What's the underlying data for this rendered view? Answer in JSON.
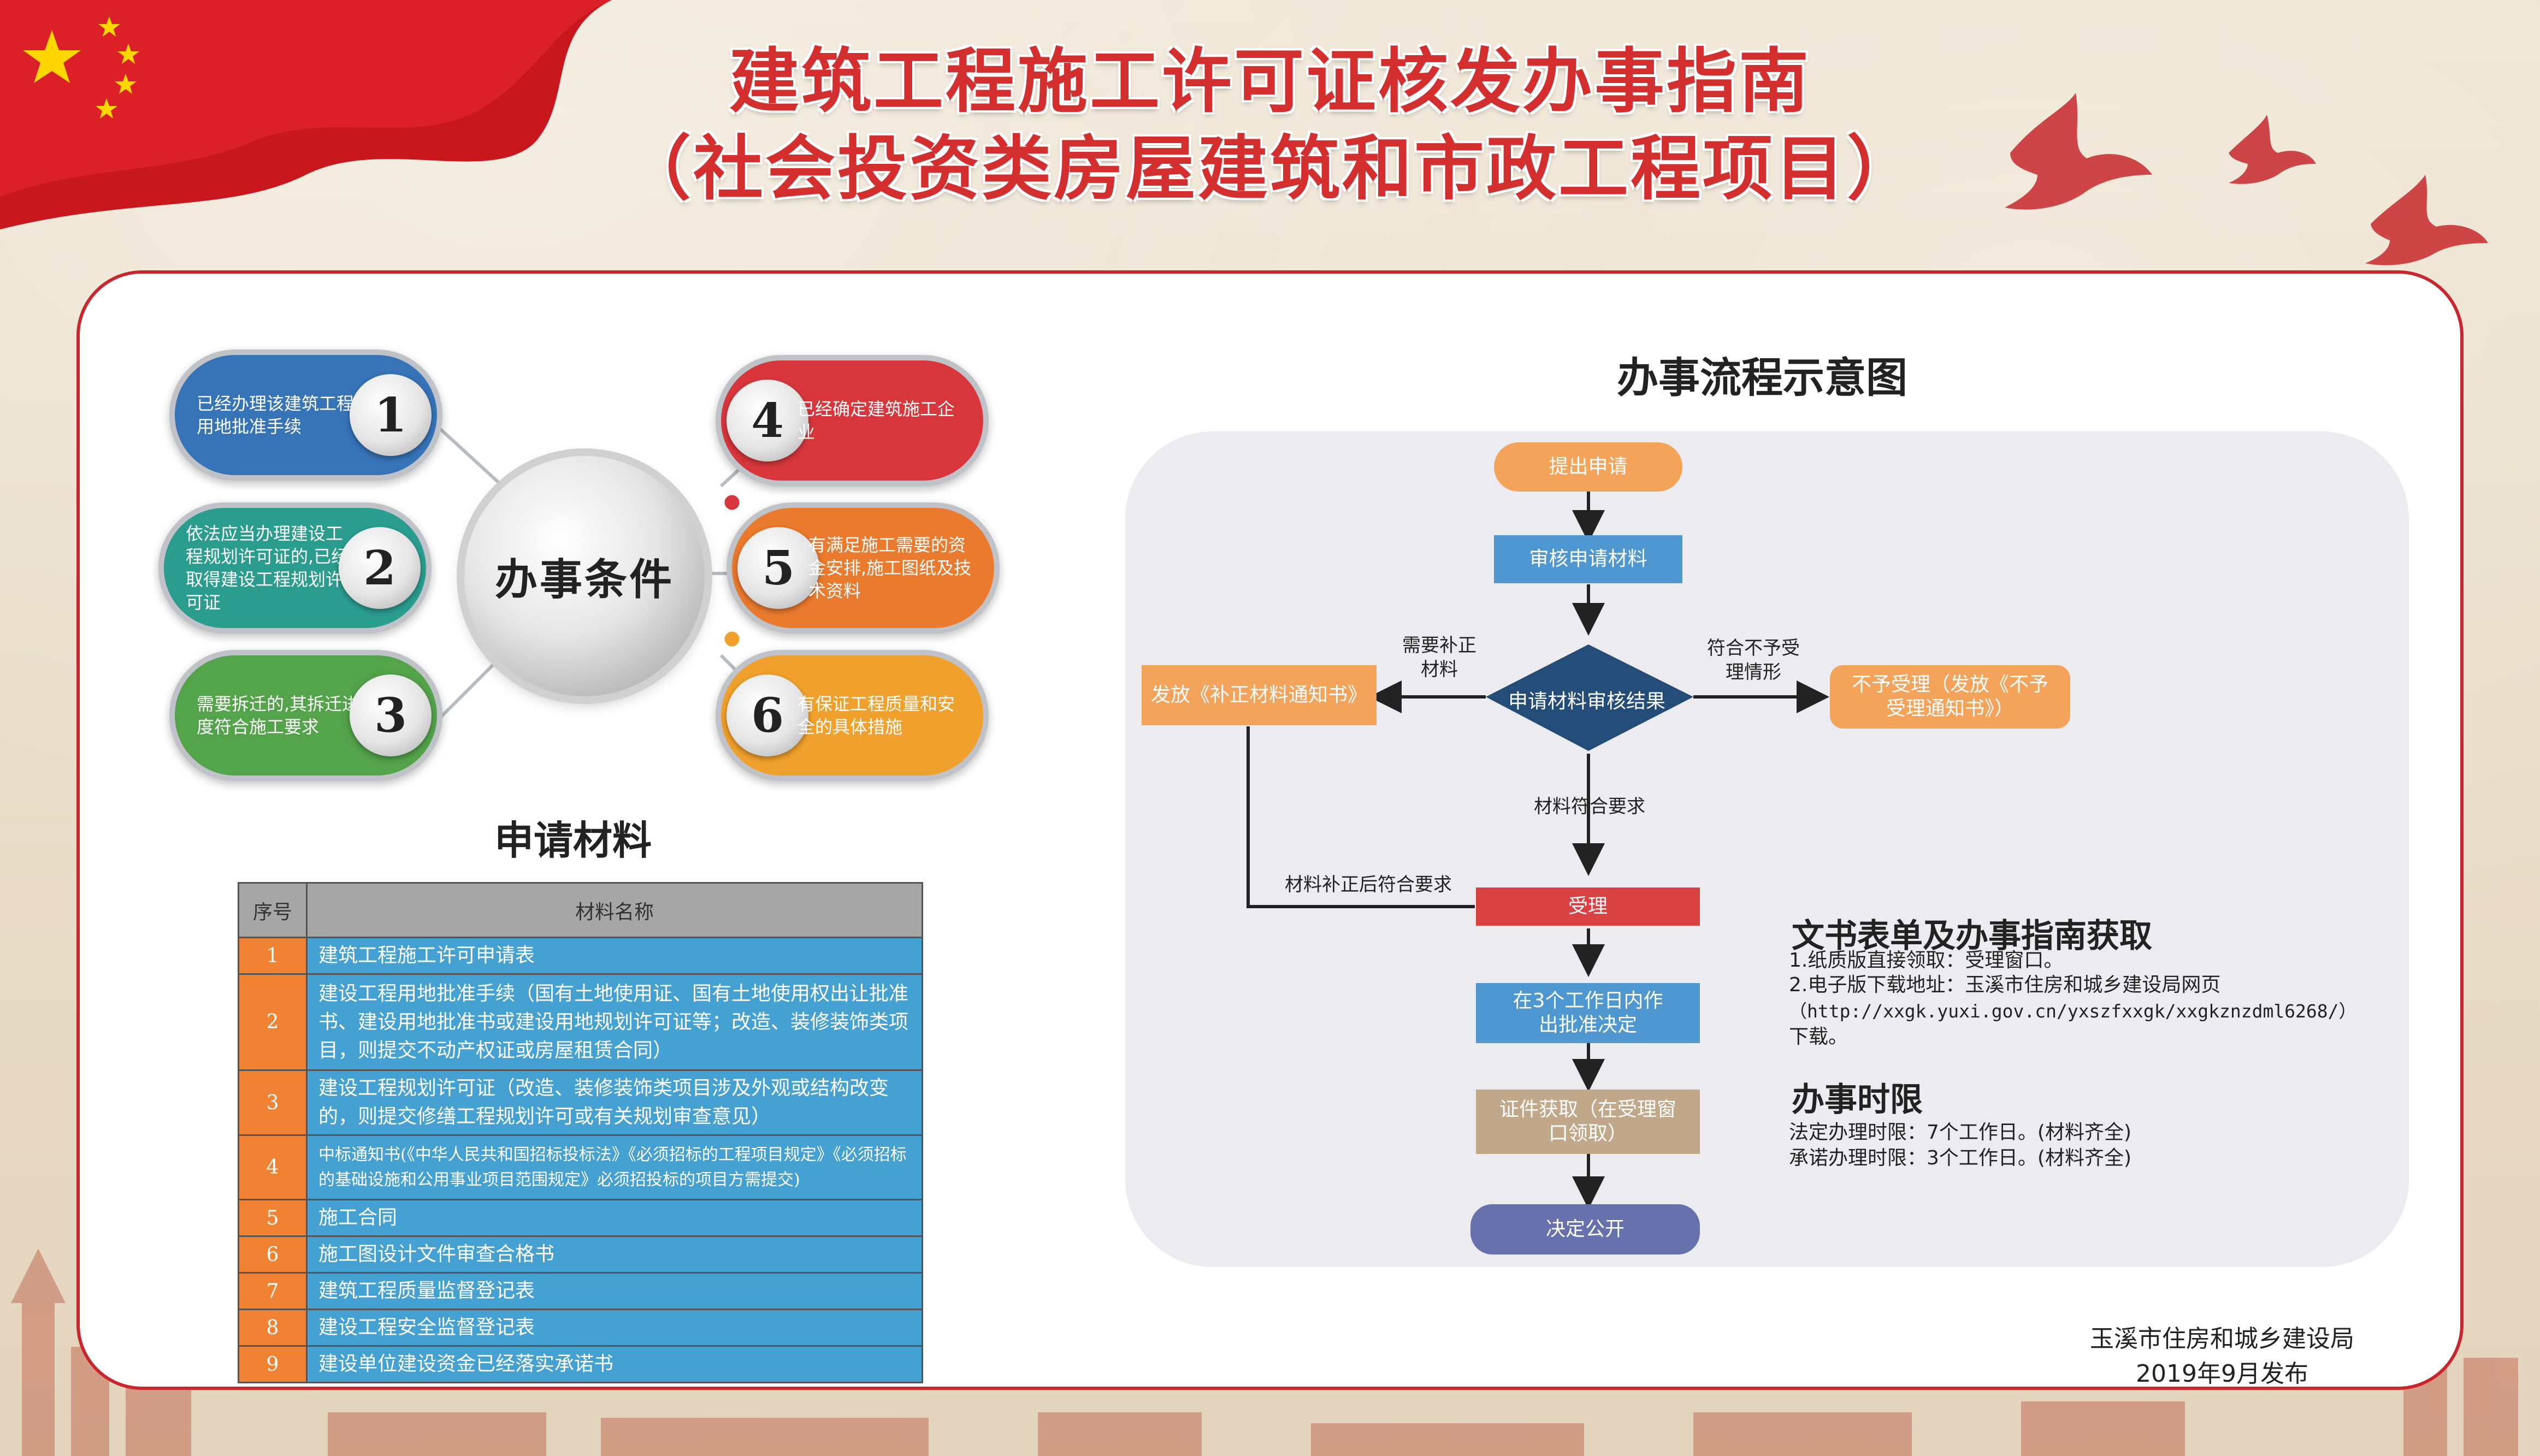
{
  "title": {
    "line1": "建筑工程施工许可证核发办事指南",
    "line2": "（社会投资类房屋建筑和市政工程项目）"
  },
  "colors": {
    "title_red": "#d32f2f",
    "panel_border": "#c8282d",
    "blue": "#3673b7",
    "teal": "#2a9d8f",
    "green": "#53a34a",
    "red": "#d7373c",
    "orange": "#ea7a2d",
    "yellow_orange": "#f0a02c",
    "flow_orange": "#f4a35b",
    "flow_blue": "#4f97d0",
    "flow_navy": "#234c79",
    "flow_red": "#d84243",
    "flow_tan": "#c2a88a",
    "flow_purple": "#6671ad"
  },
  "conditions": {
    "center": "办事条件",
    "items": [
      {
        "num": "1",
        "text": "已经办理该建筑工程用地批准手续"
      },
      {
        "num": "2",
        "text": "依法应当办理建设工程规划许可证的,已经取得建设工程规划许可证"
      },
      {
        "num": "3",
        "text": "需要拆迁的,其拆迁进度符合施工要求"
      },
      {
        "num": "4",
        "text": "已经确定建筑施工企业"
      },
      {
        "num": "5",
        "text": "有满足施工需要的资金安排,施工图纸及技术资料"
      },
      {
        "num": "6",
        "text": "有保证工程质量和安全的具体措施"
      }
    ]
  },
  "materials": {
    "title": "申请材料",
    "headers": [
      "序号",
      "材料名称"
    ],
    "rows": [
      {
        "no": "1",
        "name": "建筑工程施工许可申请表"
      },
      {
        "no": "2",
        "name": "建设工程用地批准手续（国有土地使用证、国有土地使用权出让批准书、建设用地批准书或建设用地规划许可证等；改造、装修装饰类项目，则提交不动产权证或房屋租赁合同）"
      },
      {
        "no": "3",
        "name": "建设工程规划许可证（改造、装修装饰类项目涉及外观或结构改变的，则提交修缮工程规划许可或有关规划审查意见）"
      },
      {
        "no": "4",
        "name": "中标通知书(《中华人民共和国招标投标法》《必须招标的工程项目规定》《必须招标的基础设施和公用事业项目范围规定》必须招投标的项目方需提交)"
      },
      {
        "no": "5",
        "name": "施工合同"
      },
      {
        "no": "6",
        "name": "施工图设计文件审查合格书"
      },
      {
        "no": "7",
        "name": "建筑工程质量监督登记表"
      },
      {
        "no": "8",
        "name": "建设工程安全监督登记表"
      },
      {
        "no": "9",
        "name": "建设单位建设资金已经落实承诺书"
      }
    ]
  },
  "flow": {
    "title": "办事流程示意图",
    "apply": "提出申请",
    "review": "审核申请材料",
    "result": "申请材料审核结果",
    "need_supplement_label": "需要补正材料",
    "supplement_box": "发放《补正材料通知书》",
    "reject_label": "符合不予受理情形",
    "reject_box": "不予受理（发放《不予受理通知书》）",
    "meets_label": "材料符合要求",
    "after_supplement_label": "材料补正后符合要求",
    "accept": "受理",
    "decision": "在3个工作日内作出批准决定",
    "certificate": "证件获取（在受理窗口领取）",
    "publish": "决定公开"
  },
  "documents": {
    "title": "文书表单及办事指南获取",
    "line1": "1.纸质版直接领取：受理窗口。",
    "line2": "2.电子版下载地址：玉溪市住房和城乡建设局网页",
    "line3": "（http://xxgk.yuxi.gov.cn/yxszfxxgk/xxgkznzdml6268/）",
    "line4": "下载。"
  },
  "time_limit": {
    "title": "办事时限",
    "legal": "法定办理时限：7个工作日。(材料齐全)",
    "promise": "承诺办理时限：3个工作日。(材料齐全)"
  },
  "footer": {
    "org": "玉溪市住房和城乡建设局",
    "date": "2019年9月发布"
  }
}
